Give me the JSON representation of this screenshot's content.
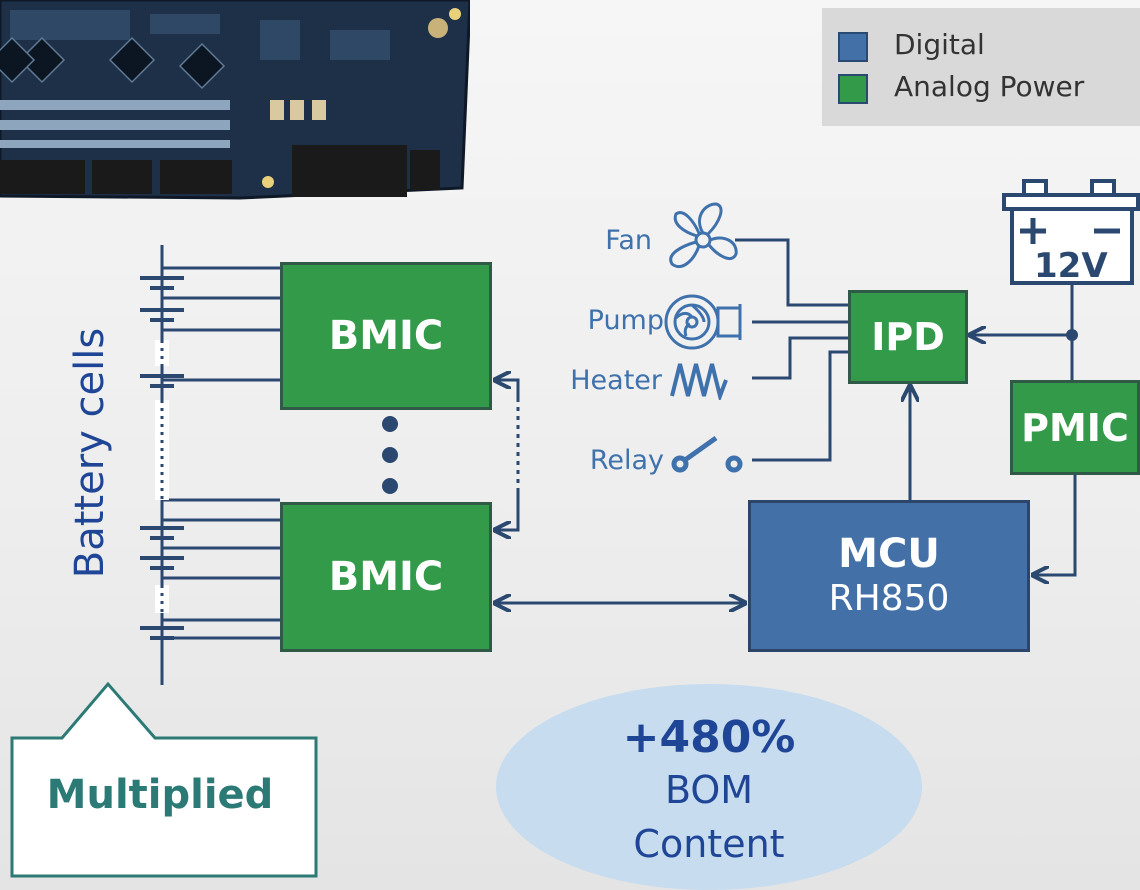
{
  "legend": {
    "digital": "Digital",
    "analog": "Analog Power",
    "digital_color": "#4470a8",
    "analog_color": "#339a4a"
  },
  "blocks": {
    "bmic_top": "BMIC",
    "bmic_bottom": "BMIC",
    "ipd": "IPD",
    "pmic": "PMIC",
    "mcu_title": "MCU",
    "mcu_sub": "RH850"
  },
  "loads": {
    "fan": "Fan",
    "pump": "Pump",
    "heater": "Heater",
    "relay": "Relay"
  },
  "battery_label": "Battery cells",
  "battery_12v": "12V",
  "callout": "Multiplied",
  "bom": {
    "value": "+480%",
    "line1": "BOM",
    "line2": "Content"
  },
  "icons": [
    "pcb-board-image",
    "fan-icon",
    "pump-icon",
    "heater-icon",
    "relay-switch-icon",
    "car-battery-icon"
  ]
}
